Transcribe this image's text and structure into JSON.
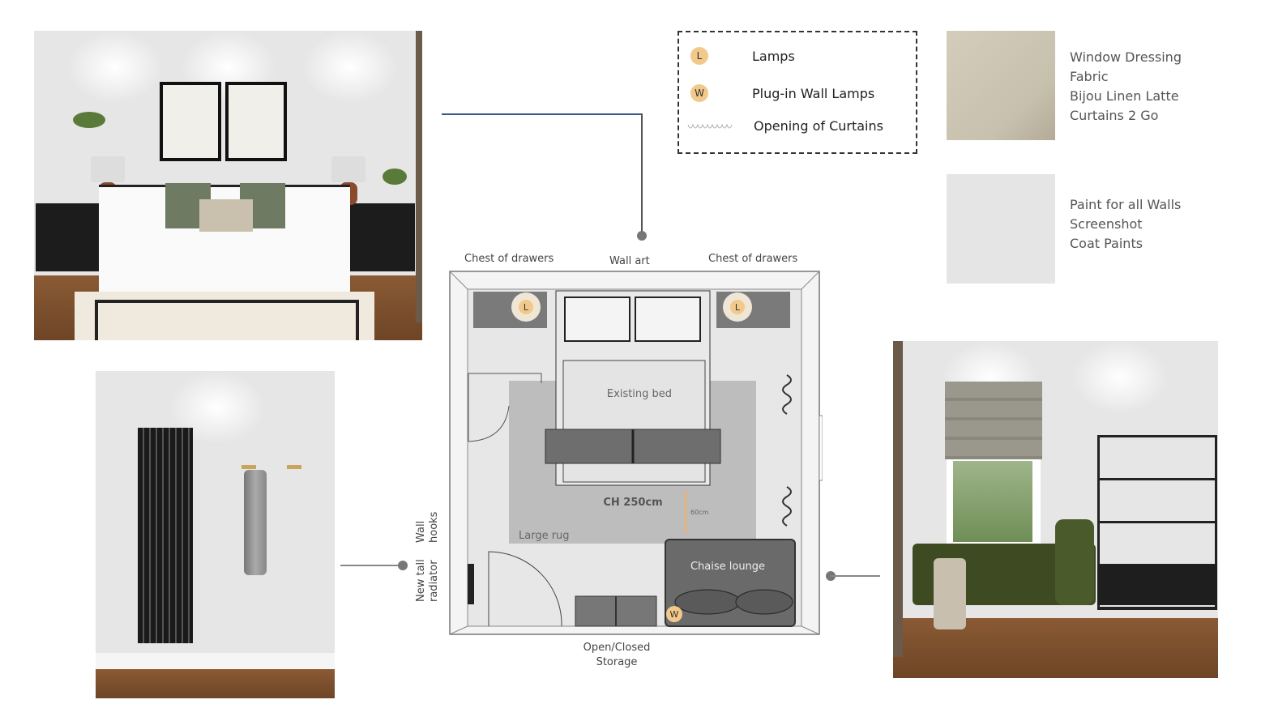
{
  "legend": {
    "items": [
      {
        "symbol": "L",
        "label": "Lamps"
      },
      {
        "symbol": "W",
        "label": "Plug-in Wall Lamps"
      },
      {
        "symbol": "curtain-wave",
        "label": "Opening of Curtains"
      }
    ]
  },
  "swatches": [
    {
      "color": "#cdc6b4",
      "lines": [
        "Window Dressing",
        "Fabric",
        "Bijou Linen Latte",
        "Curtains 2 Go"
      ]
    },
    {
      "color": "#e5e5e5",
      "lines": [
        "Paint for all Walls",
        "Screenshot",
        "Coat Paints"
      ]
    }
  ],
  "plan": {
    "top_left_label": "Chest of drawers",
    "top_center_label": "Wall art",
    "top_right_label": "Chest of drawers",
    "bed_label": "Existing bed",
    "ceiling_height": "CH 250cm",
    "clearance": "60cm",
    "rug_label": "Large rug",
    "chaise_label": "Chaise lounge",
    "storage_label_1": "Open/Closed",
    "storage_label_2": "Storage",
    "lamp_symbol": "L",
    "wall_lamp_symbol": "W",
    "wall_hooks_1": "Wall",
    "wall_hooks_2": "hooks",
    "radiator_1": "New tall",
    "radiator_2": "radiator"
  },
  "colors": {
    "lamp_badge": "#f2c98a",
    "floor": "#7a4e2c",
    "chaise": "#3d4a22"
  }
}
